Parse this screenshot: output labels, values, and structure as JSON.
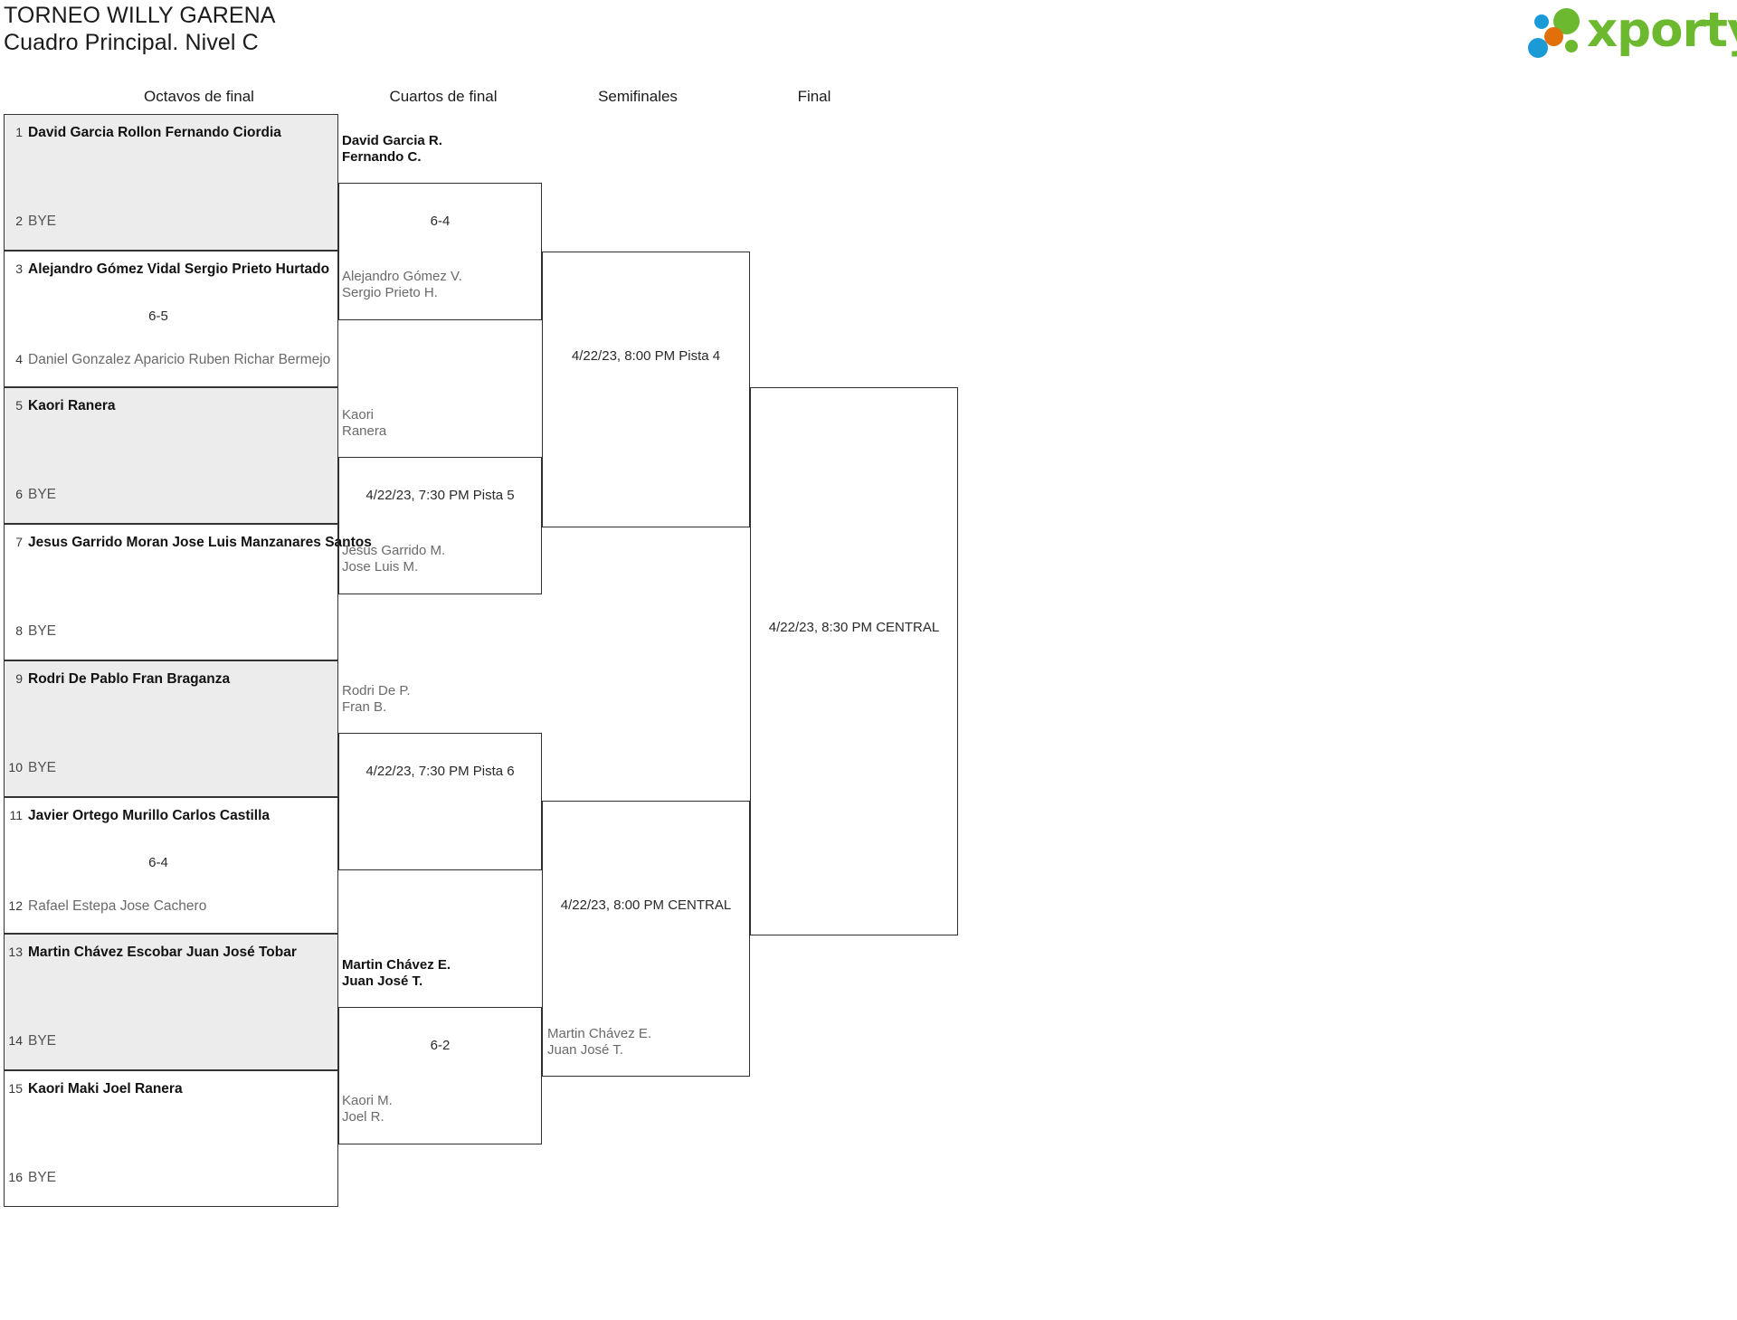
{
  "header": {
    "tournament_title": "TORNEO WILLY GARENA",
    "subtitle": "Cuadro Principal. Nivel C",
    "logo_word": "xporty"
  },
  "rounds": [
    {
      "label": "Octavos de final"
    },
    {
      "label": "Cuartos de final"
    },
    {
      "label": "Semifinales"
    },
    {
      "label": "Final"
    }
  ],
  "round1": {
    "blocks": [
      {
        "shaded": true,
        "top": {
          "seed": "1",
          "line1": "David Garcia Rollon",
          "line2": "Fernando Ciordia",
          "state": "winner"
        },
        "bottom": {
          "seed": "2",
          "line1": "BYE",
          "line2": "",
          "state": "bye"
        },
        "score": ""
      },
      {
        "shaded": false,
        "top": {
          "seed": "3",
          "line1": "Alejandro Gómez Vidal",
          "line2": "Sergio Prieto Hurtado",
          "state": "winner"
        },
        "bottom": {
          "seed": "4",
          "line1": "Daniel Gonzalez Aparicio",
          "line2": "Ruben Richar Bermejo",
          "state": "loser"
        },
        "score": "6-5"
      },
      {
        "shaded": true,
        "top": {
          "seed": "5",
          "line1": "Kaori",
          "line2": "Ranera",
          "state": "winner"
        },
        "bottom": {
          "seed": "6",
          "line1": "BYE",
          "line2": "",
          "state": "bye"
        },
        "score": ""
      },
      {
        "shaded": false,
        "top": {
          "seed": "7",
          "line1": "Jesus Garrido Moran",
          "line2": "Jose Luis Manzanares Santos",
          "state": "winner"
        },
        "bottom": {
          "seed": "8",
          "line1": "BYE",
          "line2": "",
          "state": "bye"
        },
        "score": ""
      },
      {
        "shaded": true,
        "top": {
          "seed": "9",
          "line1": "Rodri De Pablo",
          "line2": "Fran Braganza",
          "state": "winner"
        },
        "bottom": {
          "seed": "10",
          "line1": "BYE",
          "line2": "",
          "state": "bye"
        },
        "score": ""
      },
      {
        "shaded": false,
        "top": {
          "seed": "11",
          "line1": "Javier Ortego Murillo",
          "line2": "Carlos Castilla",
          "state": "winner"
        },
        "bottom": {
          "seed": "12",
          "line1": "Rafael Estepa",
          "line2": "Jose Cachero",
          "state": "loser"
        },
        "score": "6-4"
      },
      {
        "shaded": true,
        "top": {
          "seed": "13",
          "line1": "Martin Chávez Escobar",
          "line2": "Juan José Tobar",
          "state": "winner"
        },
        "bottom": {
          "seed": "14",
          "line1": "BYE",
          "line2": "",
          "state": "bye"
        },
        "score": ""
      },
      {
        "shaded": false,
        "top": {
          "seed": "15",
          "line1": "Kaori Maki",
          "line2": "Joel Ranera",
          "state": "winner"
        },
        "bottom": {
          "seed": "16",
          "line1": "BYE",
          "line2": "",
          "state": "bye"
        },
        "score": ""
      }
    ]
  },
  "quarterfinals": [
    {
      "top": {
        "line1": "David Garcia R.",
        "line2": "Fernando C.",
        "state": "winner"
      },
      "bottom": {
        "line1": "Alejandro Gómez V.",
        "line2": "Sergio Prieto H.",
        "state": "loser"
      },
      "label": "6-4"
    },
    {
      "top": {
        "line1": "Kaori",
        "line2": "Ranera",
        "state": "loser"
      },
      "bottom": {
        "line1": "Jesus Garrido M.",
        "line2": "Jose Luis M.",
        "state": "loser"
      },
      "label": "4/22/23, 7:30 PM Pista 5"
    },
    {
      "top": {
        "line1": "Rodri De P.",
        "line2": "Fran B.",
        "state": "loser"
      },
      "bottom": {
        "line1": "",
        "line2": "",
        "state": "loser"
      },
      "label": "4/22/23, 7:30 PM Pista 6"
    },
    {
      "top": {
        "line1": "Martin Chávez E.",
        "line2": "Juan José T.",
        "state": "winner"
      },
      "bottom": {
        "line1": "Kaori M.",
        "line2": "Joel R.",
        "state": "loser"
      },
      "label": "6-2"
    }
  ],
  "semifinals": [
    {
      "top": {
        "line1": "",
        "line2": "",
        "state": "loser"
      },
      "bottom": {
        "line1": "",
        "line2": "",
        "state": "loser"
      },
      "label": "4/22/23, 8:00 PM Pista 4"
    },
    {
      "top": {
        "line1": "",
        "line2": "",
        "state": "loser"
      },
      "bottom": {
        "line1": "Martin Chávez E.",
        "line2": "Juan José T.",
        "state": "loser"
      },
      "label": "4/22/23, 8:00 PM CENTRAL"
    }
  ],
  "final": {
    "top": {
      "line1": "",
      "line2": "",
      "state": "loser"
    },
    "bottom": {
      "line1": "",
      "line2": "",
      "state": "loser"
    },
    "label": "4/22/23, 8:30 PM CENTRAL"
  },
  "colors": {
    "logo_green": "#6cb82e",
    "logo_blue": "#1b9ad6",
    "logo_orange": "#e2700a",
    "shaded_row": "#ececec",
    "line": "#2e2e2e",
    "winner_text": "#121212",
    "loser_text": "#6a6a6a"
  }
}
